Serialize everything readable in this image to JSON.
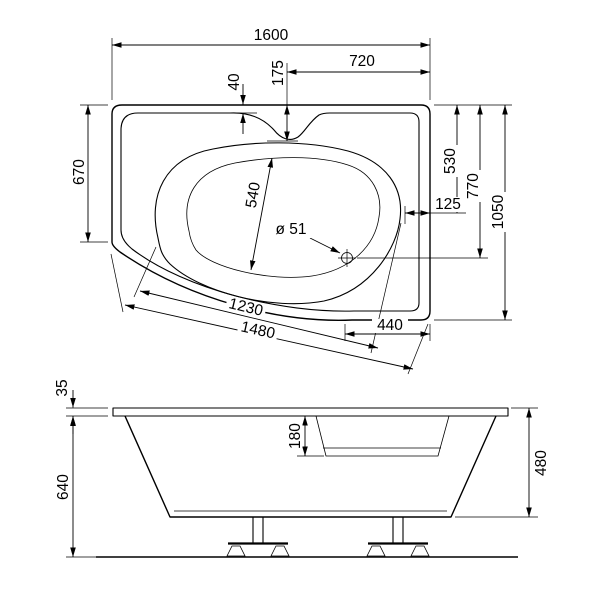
{
  "top_view": {
    "dims": {
      "total_length": "1600",
      "top_segment": "720",
      "rim_inset": "175",
      "rim_width": "40",
      "left_width": "670",
      "right_upper": "530",
      "right_mid": "770",
      "total_width": "1050",
      "basin_edge_offset": "125",
      "basin_width": "540",
      "drain_diameter": "ø 51",
      "basin_length": "1230",
      "diagonal_length": "1480",
      "bottom_segment": "440"
    }
  },
  "side_view": {
    "dims": {
      "rim_thickness": "35",
      "overall_height": "640",
      "step_depth": "180",
      "shell_height": "480"
    }
  }
}
